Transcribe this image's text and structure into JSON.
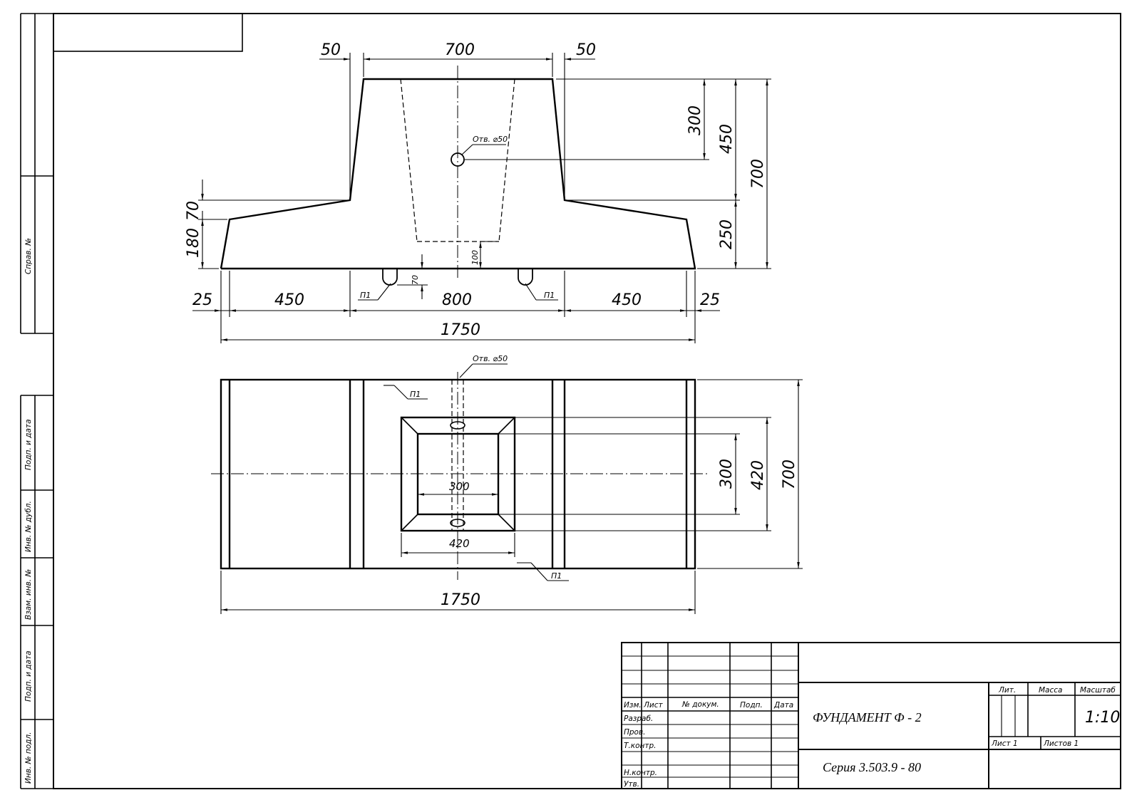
{
  "side_labels": {
    "sprav": "Справ. №",
    "podp_data_1": "Подп. и дата",
    "inv_dubl": "Инв. № дубл.",
    "vzam_inv": "Взам. инв. №",
    "podp_data_2": "Подп. и дата",
    "inv_podl": "Инв. № подл."
  },
  "elevation": {
    "dim_top_left": "50",
    "dim_top_mid": "700",
    "dim_top_right": "50",
    "dim_right_300": "300",
    "dim_right_450": "450",
    "dim_right_700": "700",
    "dim_right_250": "250",
    "dim_left_70": "70",
    "dim_left_180": "180",
    "hole_note": "Отв. ⌀50",
    "dim_100": "100",
    "dim_70": "70",
    "loop_left": "П1",
    "loop_right": "П1",
    "dim_bot_25_left": "25",
    "dim_bot_450_left": "450",
    "dim_bot_800": "800",
    "dim_bot_450_right": "450",
    "dim_bot_25_right": "25",
    "dim_total": "1750"
  },
  "plan": {
    "hole_note": "Отв. ⌀50",
    "loop_top": "П1",
    "loop_bottom": "П1",
    "dim_300_inner": "300",
    "dim_420_inner": "420",
    "dim_300_right": "300",
    "dim_420_right": "420",
    "dim_700_right": "700",
    "dim_total": "1750"
  },
  "title_block": {
    "izm": "Изм.",
    "list": "Лист",
    "doc_no": "№ докум.",
    "podp": "Подп.",
    "data": "Дата",
    "razrab": "Разраб.",
    "prov": "Пров.",
    "t_kontr": "Т.контр.",
    "n_kontr": "Н.контр.",
    "utv": "Утв.",
    "title": "ФУНДАМЕНТ Ф - 2",
    "series": "Серия 3.503.9 - 80",
    "lit": "Лит.",
    "massa": "Масса",
    "masshtab": "Масштаб",
    "scale": "1:10",
    "sheet": "Лист 1",
    "sheets": "Листов 1"
  }
}
